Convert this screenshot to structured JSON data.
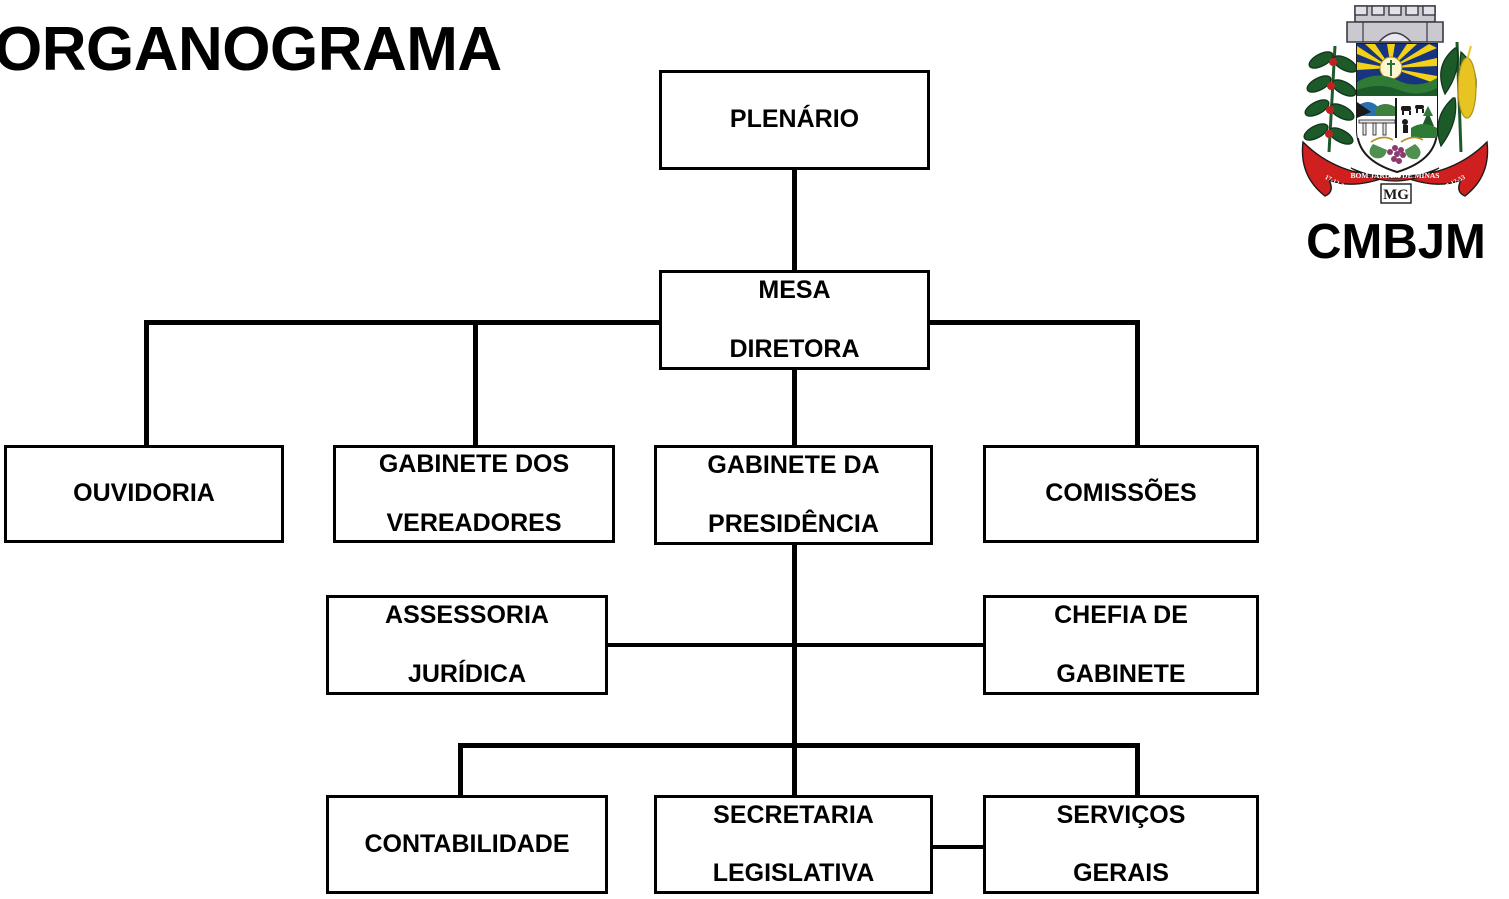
{
  "page": {
    "title": "ORGANOGRAMA",
    "background_color": "#ffffff",
    "line_color": "#000000",
    "box_border_color": "#000000"
  },
  "brand": {
    "acronym": "CMBJM",
    "crest_icon": "coat-of-arms-icon",
    "crest": {
      "municipality": "BOM JARDIM DE MINAS",
      "state": "MG",
      "left_date": "17-12-38",
      "right_date": "17-12-53"
    }
  },
  "chart_data": {
    "type": "diagram",
    "title": "ORGANOGRAMA",
    "nodes": [
      {
        "id": "plenario",
        "label": "PLENÁRIO",
        "level": 0
      },
      {
        "id": "mesa-diretora",
        "label": "MESA\nDIRETORA",
        "line1": "MESA",
        "line2": "DIRETORA",
        "level": 1
      },
      {
        "id": "ouvidoria",
        "label": "OUVIDORIA",
        "level": 2
      },
      {
        "id": "gabinete-vereadores",
        "label": "GABINETE DOS VEREADORES",
        "line1": "GABINETE DOS",
        "line2": "VEREADORES",
        "level": 2
      },
      {
        "id": "gabinete-presidencia",
        "label": "GABINETE DA PRESIDÊNCIA",
        "line1": "GABINETE DA",
        "line2": "PRESIDÊNCIA",
        "level": 2
      },
      {
        "id": "comissoes",
        "label": "COMISSÕES",
        "level": 2
      },
      {
        "id": "assessoria-juridica",
        "label": "ASSESSORIA JURÍDICA",
        "line1": "ASSESSORIA",
        "line2": "JURÍDICA",
        "level": 3
      },
      {
        "id": "chefia-gabinete",
        "label": "CHEFIA DE GABINETE",
        "line1": "CHEFIA DE",
        "line2": "GABINETE",
        "level": 3
      },
      {
        "id": "contabilidade",
        "label": "CONTABILIDADE",
        "level": 4
      },
      {
        "id": "secretaria-legislativa",
        "label": "SECRETARIA LEGISLATIVA",
        "line1": "SECRETARIA",
        "line2": "LEGISLATIVA",
        "level": 4
      },
      {
        "id": "servicos-gerais",
        "label": "SERVIÇOS GERAIS",
        "line1": "SERVIÇOS",
        "line2": "GERAIS",
        "level": 4
      }
    ],
    "edges": [
      {
        "from": "plenario",
        "to": "mesa-diretora"
      },
      {
        "from": "mesa-diretora",
        "to": "ouvidoria"
      },
      {
        "from": "mesa-diretora",
        "to": "gabinete-vereadores"
      },
      {
        "from": "mesa-diretora",
        "to": "gabinete-presidencia"
      },
      {
        "from": "mesa-diretora",
        "to": "comissoes"
      },
      {
        "from": "gabinete-presidencia",
        "to": "assessoria-juridica"
      },
      {
        "from": "gabinete-presidencia",
        "to": "chefia-gabinete"
      },
      {
        "from": "gabinete-presidencia",
        "to": "contabilidade"
      },
      {
        "from": "gabinete-presidencia",
        "to": "secretaria-legislativa"
      },
      {
        "from": "gabinete-presidencia",
        "to": "servicos-gerais"
      },
      {
        "from": "secretaria-legislativa",
        "to": "servicos-gerais"
      }
    ]
  }
}
